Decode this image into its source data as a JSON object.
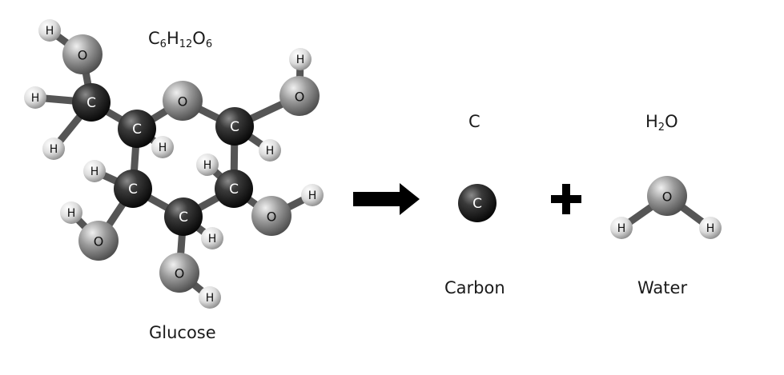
{
  "glucose": {
    "formula": {
      "e1": "C",
      "n1": "6",
      "e2": "H",
      "n2": "12",
      "e3": "O",
      "n3": "6"
    },
    "caption": "Glucose"
  },
  "carbon": {
    "formula": "C",
    "caption": "Carbon"
  },
  "water": {
    "formula": {
      "e1": "H",
      "n1": "2",
      "e2": "O"
    },
    "caption": "Water"
  },
  "atom_letters": {
    "carbon": "C",
    "oxygen": "O",
    "hydrogen": "H"
  },
  "colors": {
    "carbon": "#1c1c1c",
    "oxygen": "#8a8a8a",
    "hydrogen": "#e6e6e6",
    "bond": "#555555",
    "arrow": "#000000"
  }
}
